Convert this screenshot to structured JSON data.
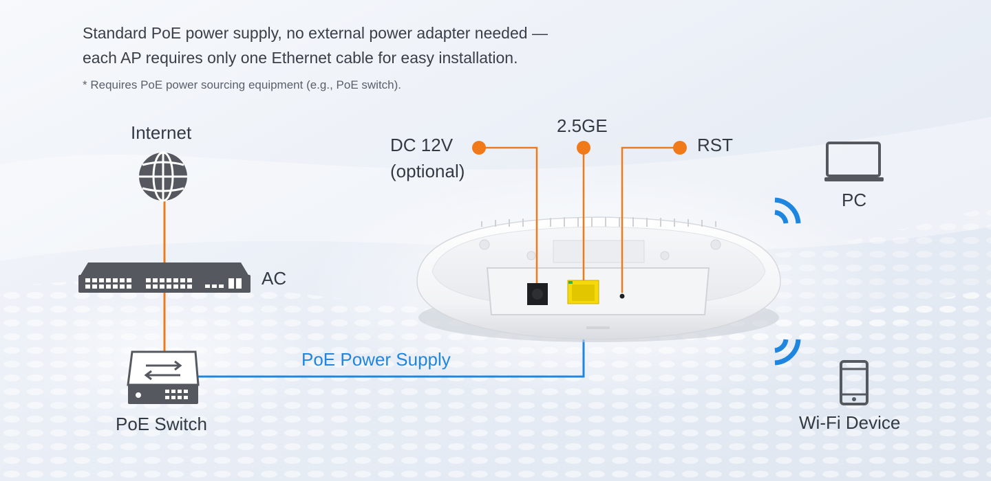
{
  "header": {
    "line1": "Standard PoE power supply, no external power adapter needed —",
    "line2": "each AP requires only one Ethernet cable for easy installation.",
    "footnote": "* Requires PoE power sourcing equipment (e.g., PoE switch)."
  },
  "nodes": {
    "internet": "Internet",
    "ac": "AC",
    "poe_switch": "PoE Switch",
    "pc": "PC",
    "wifi_device": "Wi-Fi Device"
  },
  "ports": {
    "dc_line1": "DC 12V",
    "dc_line2": "(optional)",
    "lan": "2.5GE",
    "rst": "RST"
  },
  "links": {
    "poe_power": "PoE Power Supply"
  },
  "colors": {
    "callout": "#f07a1a",
    "poe_line": "#1f86e0",
    "wifi": "#1f86e0",
    "icon": "#55595f"
  }
}
